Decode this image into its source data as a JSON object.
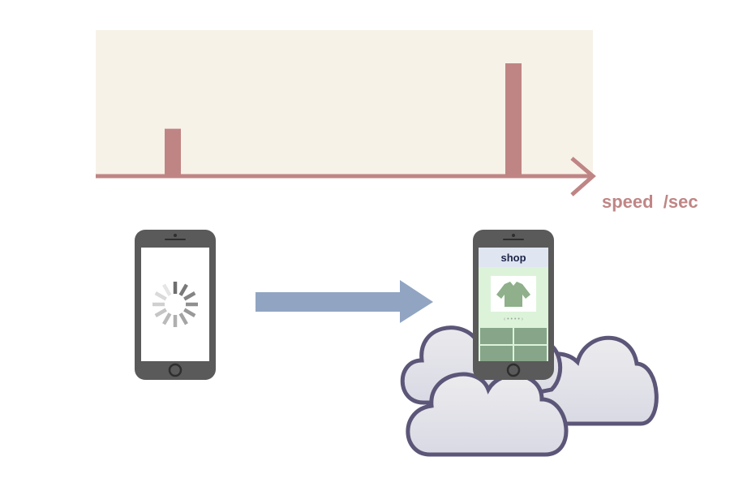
{
  "colors": {
    "chart_background": "#f7f2e8",
    "chart_accent": "#bf8584",
    "transfer_arrow": "#91a5c2",
    "phone_body": "#5a5a5a",
    "shop_header_bg": "#dfe5f1",
    "shop_screen_bg": "#dcf3da",
    "product_icon": "#8fb08a",
    "product_grid": "#86a589",
    "cloud_fill": "#e6e6ea",
    "cloud_outline": "#5c5678"
  },
  "chart_data": {
    "type": "bar",
    "title": "",
    "xlabel": "speed  /sec",
    "ylabel": "",
    "grid": false,
    "legend": "none",
    "series": [
      {
        "values": [
          0.42,
          1.0
        ]
      }
    ],
    "categories": [
      "",
      ""
    ],
    "ylim": [
      0,
      1
    ]
  },
  "diagram": {
    "left_phone": {
      "state": "loading",
      "icon": "loading-spinner-icon"
    },
    "transfer": {
      "icon": "right-arrow-icon"
    },
    "right_phone": {
      "screen_title": "shop",
      "icon": "shirt-icon",
      "pager_glyphs": "‹ • • • •  ›"
    },
    "cloud": {
      "icon": "cloud-icon"
    }
  }
}
